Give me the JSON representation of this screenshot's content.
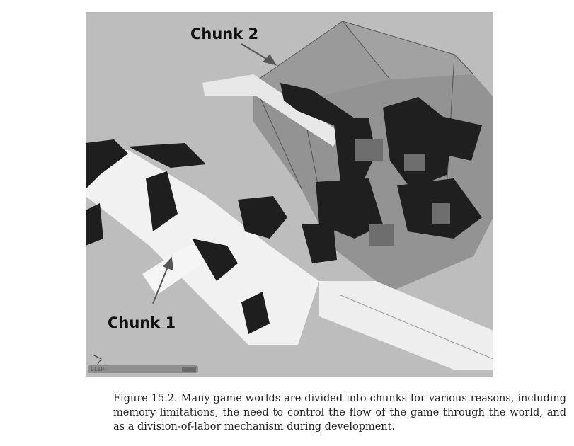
{
  "figure": {
    "labels": {
      "chunk2": "Chunk 2",
      "chunk1": "Chunk 1"
    },
    "overlay_text": "CLIP",
    "colors": {
      "background": "#bdbdbd",
      "dark": "#1e1e1e",
      "floor": "#f2f2f2",
      "box": "#8a8a8a"
    }
  },
  "caption": {
    "text": "Figure 15.2.  Many game worlds are divided into chunks for various reasons, including memory limitations, the need to control the flow of the game through the world, and as a division-of-labor mechanism during development."
  }
}
